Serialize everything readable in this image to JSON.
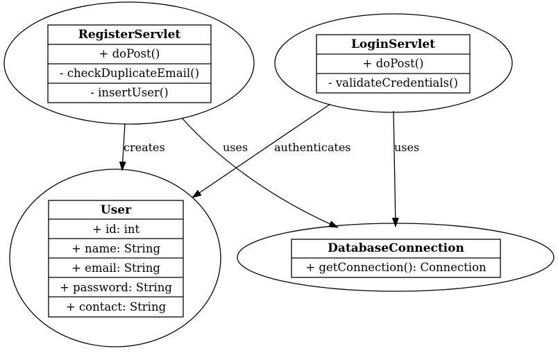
{
  "nodes": {
    "register_servlet": {
      "title": "RegisterServlet",
      "rows": [
        "+ doPost()",
        "- checkDuplicateEmail()",
        "- insertUser()"
      ]
    },
    "login_servlet": {
      "title": "LoginServlet",
      "rows": [
        "+ doPost()",
        "- validateCredentials()"
      ]
    },
    "user": {
      "title": "User",
      "rows": [
        "+ id: int",
        "+ name: String",
        "+ email: String",
        "+ password: String",
        "+ contact: String"
      ]
    },
    "database_connection": {
      "title": "DatabaseConnection",
      "rows": [
        "+ getConnection(): Connection"
      ]
    }
  },
  "edges": {
    "creates": "creates",
    "uses_register": "uses",
    "authenticates": "authenticates",
    "uses_login": "uses"
  }
}
